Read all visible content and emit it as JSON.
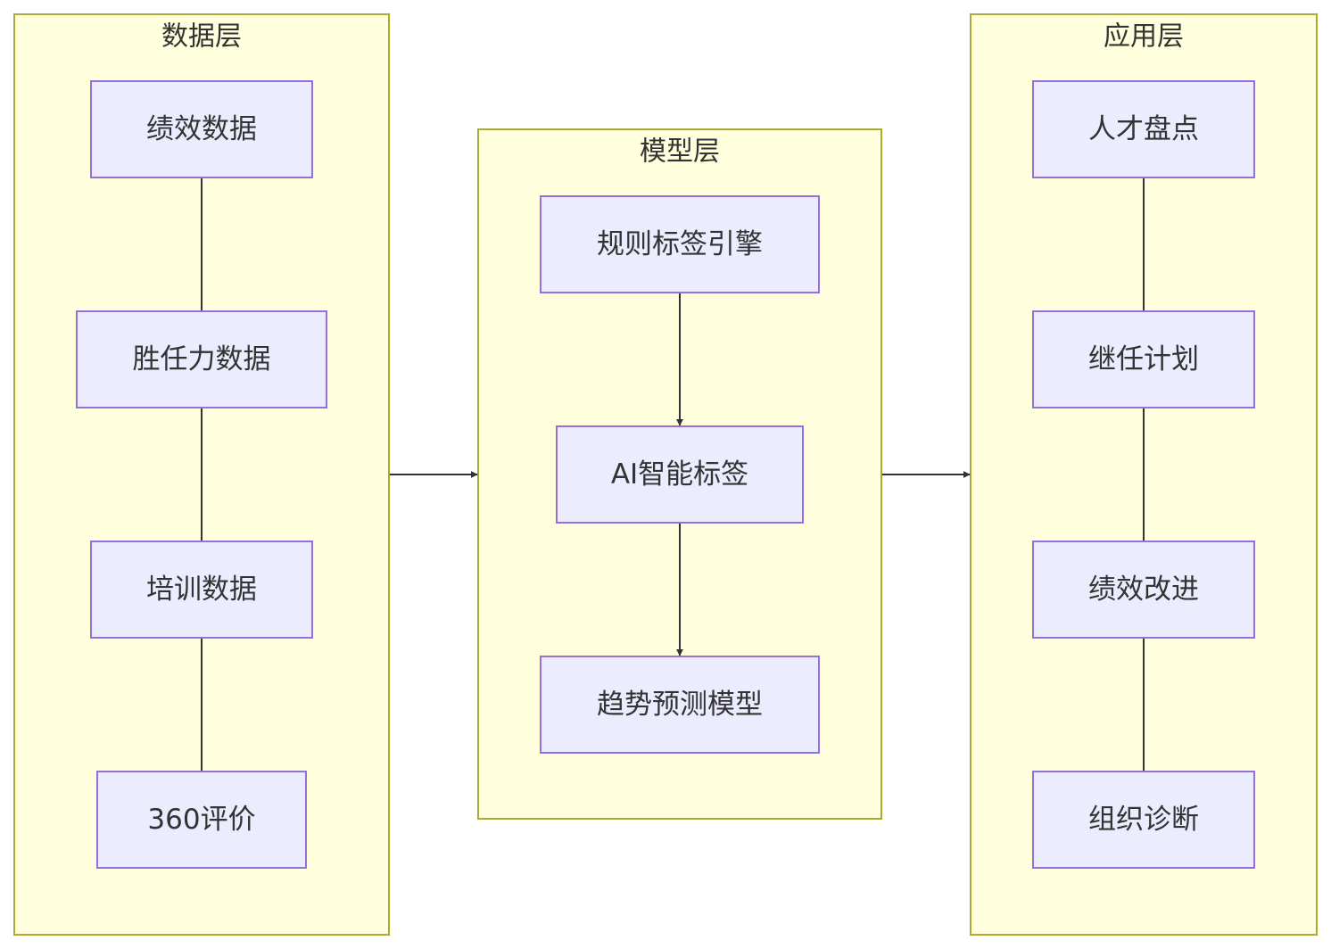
{
  "clusters": {
    "data": {
      "title": "数据层"
    },
    "model": {
      "title": "模型层"
    },
    "app": {
      "title": "应用层"
    }
  },
  "nodes": {
    "perf_data": "绩效数据",
    "competency_data": "胜任力数据",
    "training_data": "培训数据",
    "review_360": "360评价",
    "rule_engine": "规则标签引擎",
    "ai_tags": "AI智能标签",
    "trend_model": "趋势预测模型",
    "talent_review": "人才盘点",
    "succession": "继任计划",
    "perf_improve": "绩效改进",
    "org_diagnosis": "组织诊断"
  },
  "colors": {
    "cluster_fill": "#ffffde",
    "cluster_stroke": "#aaaa33",
    "node_fill": "#ececff",
    "node_stroke": "#9370db",
    "edge": "#333333",
    "text": "#333333"
  }
}
